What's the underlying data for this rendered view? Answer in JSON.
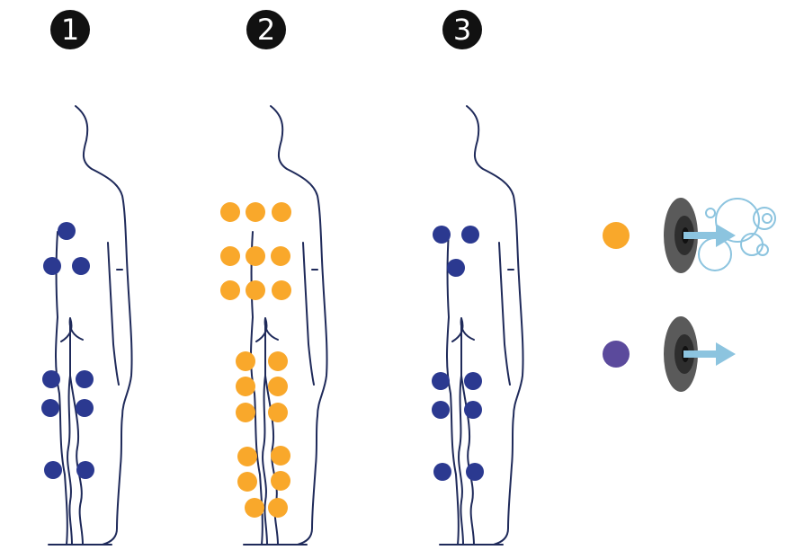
{
  "steps": [
    {
      "label": "1",
      "dot_color": "#2b3990"
    },
    {
      "label": "2",
      "dot_color": "#f9a82b"
    },
    {
      "label": "3",
      "dot_color": "#2b3990"
    }
  ],
  "legend": [
    {
      "dot_color": "#f9a82b",
      "effect": "bubbles",
      "icon": "speaker-with-bubbles-icon"
    },
    {
      "dot_color": "#5b4a9c",
      "effect": "arrow",
      "icon": "speaker-with-arrow-icon"
    }
  ],
  "colors": {
    "outline": "#1f2a5a",
    "blue": "#2b3990",
    "orange": "#f9a82b",
    "purple": "#5b4a9c",
    "speaker_outer": "#5a5a5a",
    "speaker_inner": "#2e2e2e",
    "arrow": "#8cc4df",
    "bubble": "#8cc4df",
    "badge": "#111111"
  }
}
